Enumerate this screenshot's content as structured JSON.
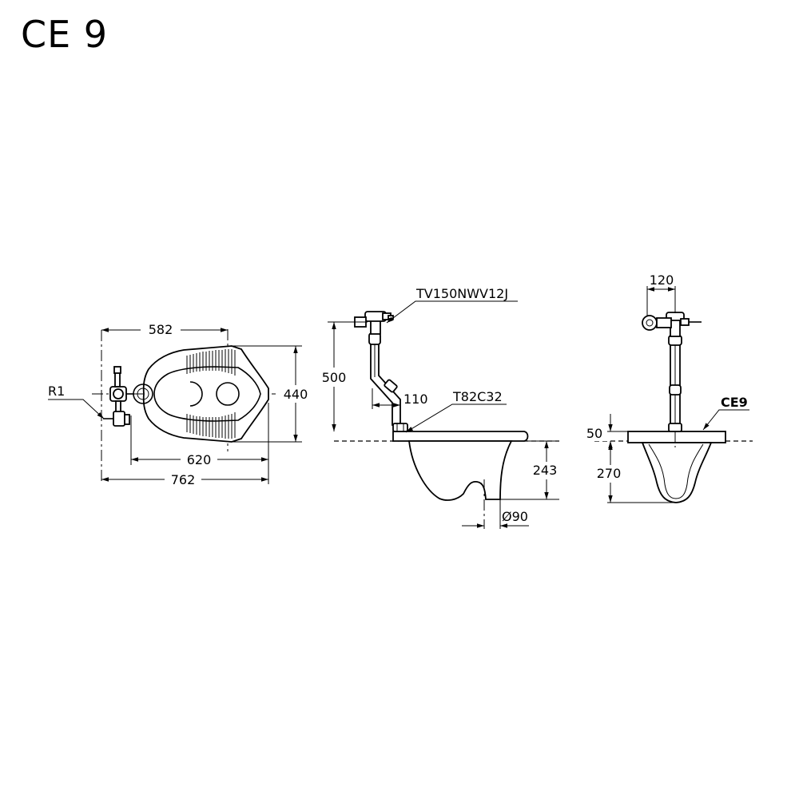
{
  "title": "CE 9",
  "plan_view": {
    "dims": {
      "width_582": "582",
      "width_620": "620",
      "width_762": "762",
      "depth_440": "440"
    },
    "labels": {
      "pipe_thread": "R1"
    }
  },
  "side_view": {
    "dims": {
      "height_500": "500",
      "offset_110": "110",
      "depth_243": "243",
      "outlet_diameter": "Ø90"
    },
    "labels": {
      "flush_valve": "TV150NWV12J",
      "connector": "T82C32"
    }
  },
  "front_view": {
    "dims": {
      "spacing_120": "120",
      "rim_50": "50",
      "depth_270": "270"
    },
    "labels": {
      "model": "CE9"
    }
  }
}
